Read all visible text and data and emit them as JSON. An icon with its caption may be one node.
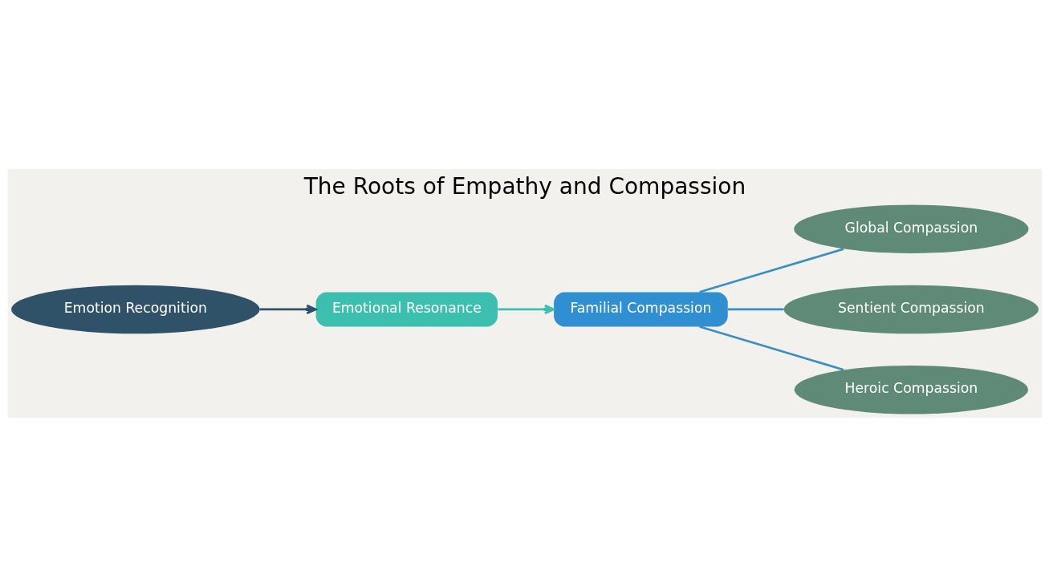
{
  "diagram": {
    "title": "The Roots of Empathy and Compassion",
    "nodes": [
      {
        "text": [
          "Emotion Recognition"
        ]
      },
      {
        "text": [
          "Emotional Resonance"
        ]
      },
      {
        "text": [
          "Familial Compassion"
        ]
      },
      {
        "text": [
          "Global Compassion"
        ]
      },
      {
        "text": [
          "Sentient Compassion"
        ]
      },
      {
        "text": [
          "Heroic Compassion"
        ]
      }
    ],
    "edges": [
      {
        "from": 0,
        "to": 1,
        "arrow": "to",
        "color": "#2f5269"
      },
      {
        "from": 1,
        "to": 2,
        "arrow": "to",
        "color": "#3dbfb0"
      },
      {
        "from": 2,
        "to": 3,
        "arrow": "none",
        "color": "#3a8fc0"
      },
      {
        "from": 2,
        "to": 4,
        "arrow": "none",
        "color": "#3a8fc0"
      },
      {
        "from": 2,
        "to": 5,
        "arrow": "none",
        "color": "#3a8fc0"
      }
    ]
  }
}
